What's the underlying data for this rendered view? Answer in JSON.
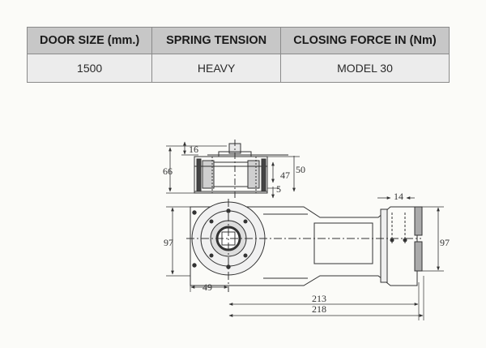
{
  "table": {
    "headers": [
      "DOOR SIZE (mm.)",
      "SPRING TENSION",
      "CLOSING FORCE IN (Nm)"
    ],
    "row": [
      "1500",
      "HEAVY",
      "MODEL 30"
    ]
  },
  "drawing": {
    "dims": {
      "d16": "16",
      "d66": "66",
      "d47": "47",
      "d50": "50",
      "d5": "5",
      "d14": "14",
      "d97_left": "97",
      "d97_right": "97",
      "d49": "49",
      "d213": "213",
      "d218": "218"
    }
  }
}
